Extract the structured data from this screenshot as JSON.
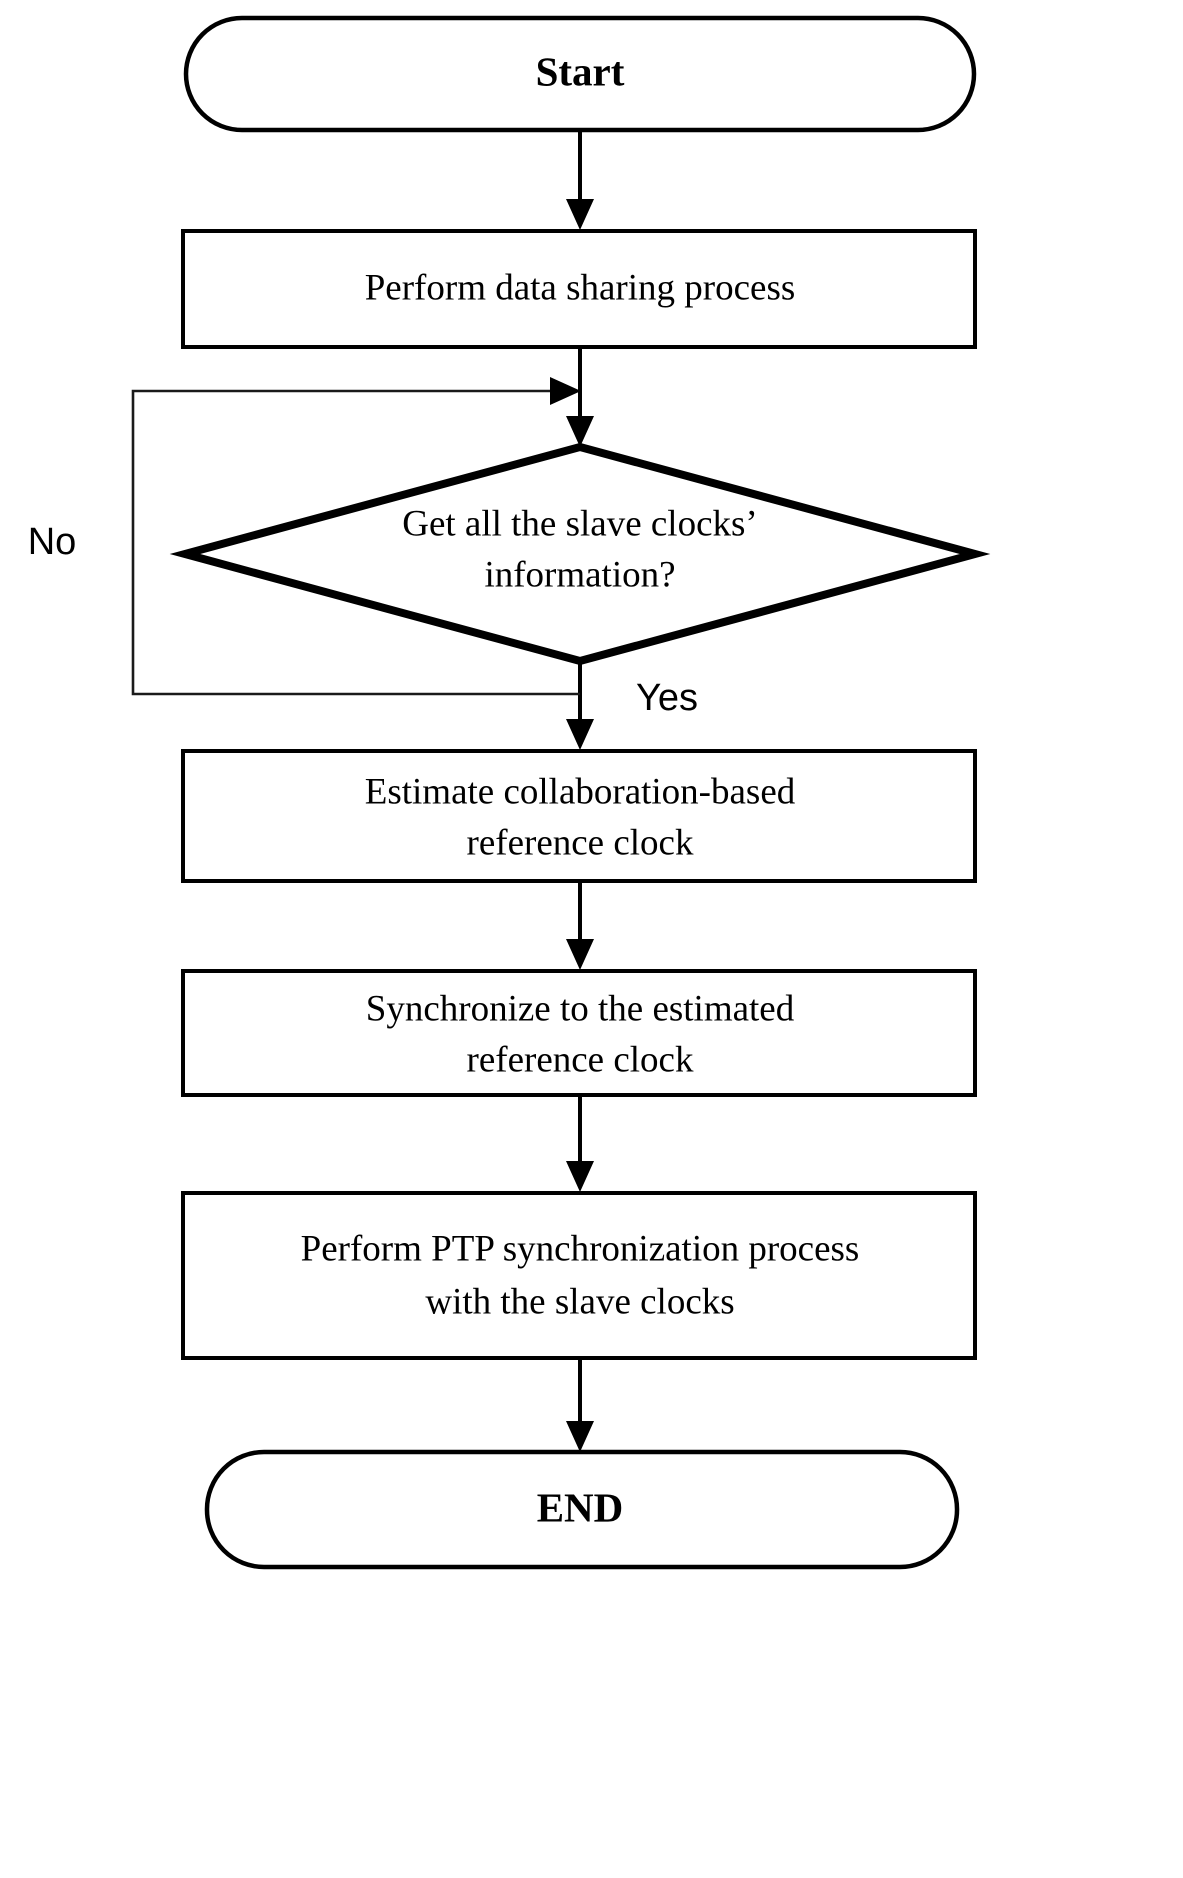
{
  "diagram": {
    "type": "flowchart",
    "title": "",
    "orientation": "top-to-bottom",
    "background_color": "#ffffff",
    "line_color": "#000000",
    "nodes": [
      {
        "id": "start",
        "shape": "terminator",
        "label": "Start"
      },
      {
        "id": "data-sharing",
        "shape": "process",
        "label": "Perform data sharing process"
      },
      {
        "id": "decision-slave-info",
        "shape": "decision",
        "label_line1": "Get all the slave clocks’",
        "label_line2": "information?"
      },
      {
        "id": "estimate-reference",
        "shape": "process",
        "label_line1": "Estimate collaboration-based",
        "label_line2": "reference clock"
      },
      {
        "id": "synchronize-reference",
        "shape": "process",
        "label_line1": "Synchronize to the estimated",
        "label_line2": "reference clock"
      },
      {
        "id": "ptp-sync",
        "shape": "process",
        "label_line1": "Perform PTP synchronization process",
        "label_line2": "with the slave clocks"
      },
      {
        "id": "end",
        "shape": "terminator",
        "label": "END"
      }
    ],
    "branch_labels": {
      "no": "No",
      "yes": "Yes"
    }
  }
}
